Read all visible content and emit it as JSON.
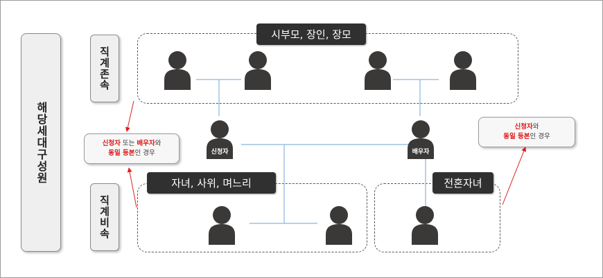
{
  "side_label": "해당세대구성원",
  "categories": {
    "ascendants": "직계존속",
    "descendants": "직계비속"
  },
  "groups": {
    "parents_title": "시부모, 장인, 장모",
    "children_title": "자녀, 사위, 며느리",
    "prior_children_title": "전혼자녀"
  },
  "persons": {
    "applicant": "신청자",
    "spouse": "배우자"
  },
  "note_left": {
    "applicant": "신청자",
    "or_text": " 또는 ",
    "spouse": "배우자",
    "wa": "와",
    "same_reg": "동일 등본",
    "in_case": "인 경우"
  },
  "note_right": {
    "applicant": "신청자",
    "wa": "와",
    "same_reg": "동일 등본",
    "in_case": "인 경우"
  },
  "colors": {
    "connector": "#9cc3e5",
    "arrow": "#e02020",
    "person": "#3b3838",
    "highlight": "#e01515"
  }
}
